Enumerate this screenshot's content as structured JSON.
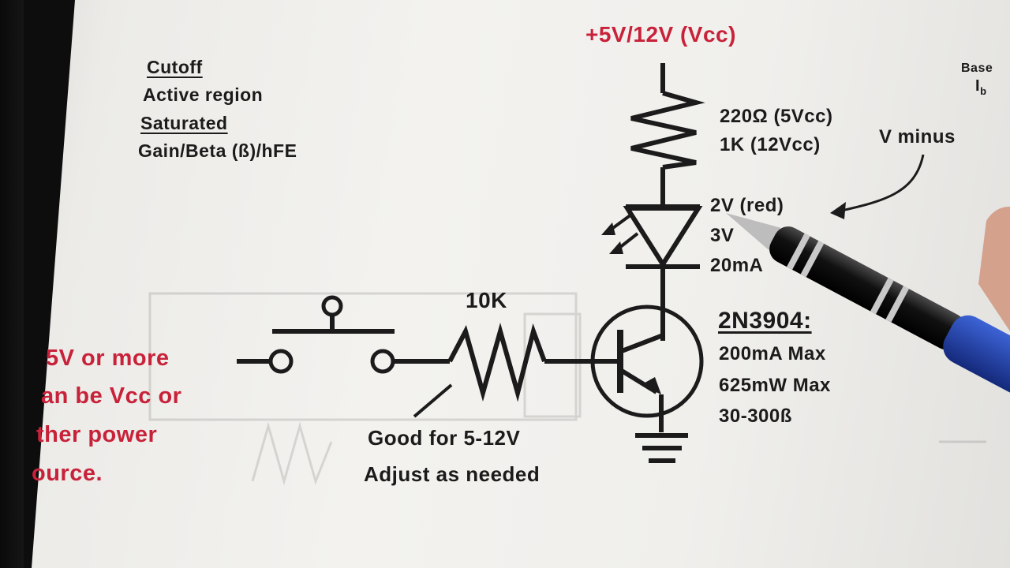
{
  "supply_label": "+5V/12V (Vcc)",
  "terms": {
    "cutoff": "Cutoff",
    "active": "Active region",
    "saturated": "Saturated",
    "gain": "Gain/Beta (ß)/hFE"
  },
  "resistor_top": {
    "line1": "220Ω (5Vcc)",
    "line2": "1K (12Vcc)"
  },
  "v_minus_label": "V minus",
  "led": {
    "red_v": "2V (red)",
    "other_v": "3V",
    "current": "20mA"
  },
  "base_resistor_label": "10K",
  "transistor": {
    "name": "2N3904:",
    "spec1": "200mA Max",
    "spec2": "625mW Max",
    "spec3": "30-300ß"
  },
  "left_note": {
    "line1": "5V or more",
    "line2": "an be Vcc or",
    "line3": "ther power",
    "line4": "ource."
  },
  "range_note": {
    "line1": "Good for 5-12V",
    "line2": "Adjust as needed"
  },
  "corner": {
    "base": "Base",
    "ib": "I",
    "ib_sub": "b"
  },
  "colors": {
    "ink": "#1b1b1b",
    "accent_red": "#c8223a",
    "pen_blue": "#1f3fa8"
  }
}
